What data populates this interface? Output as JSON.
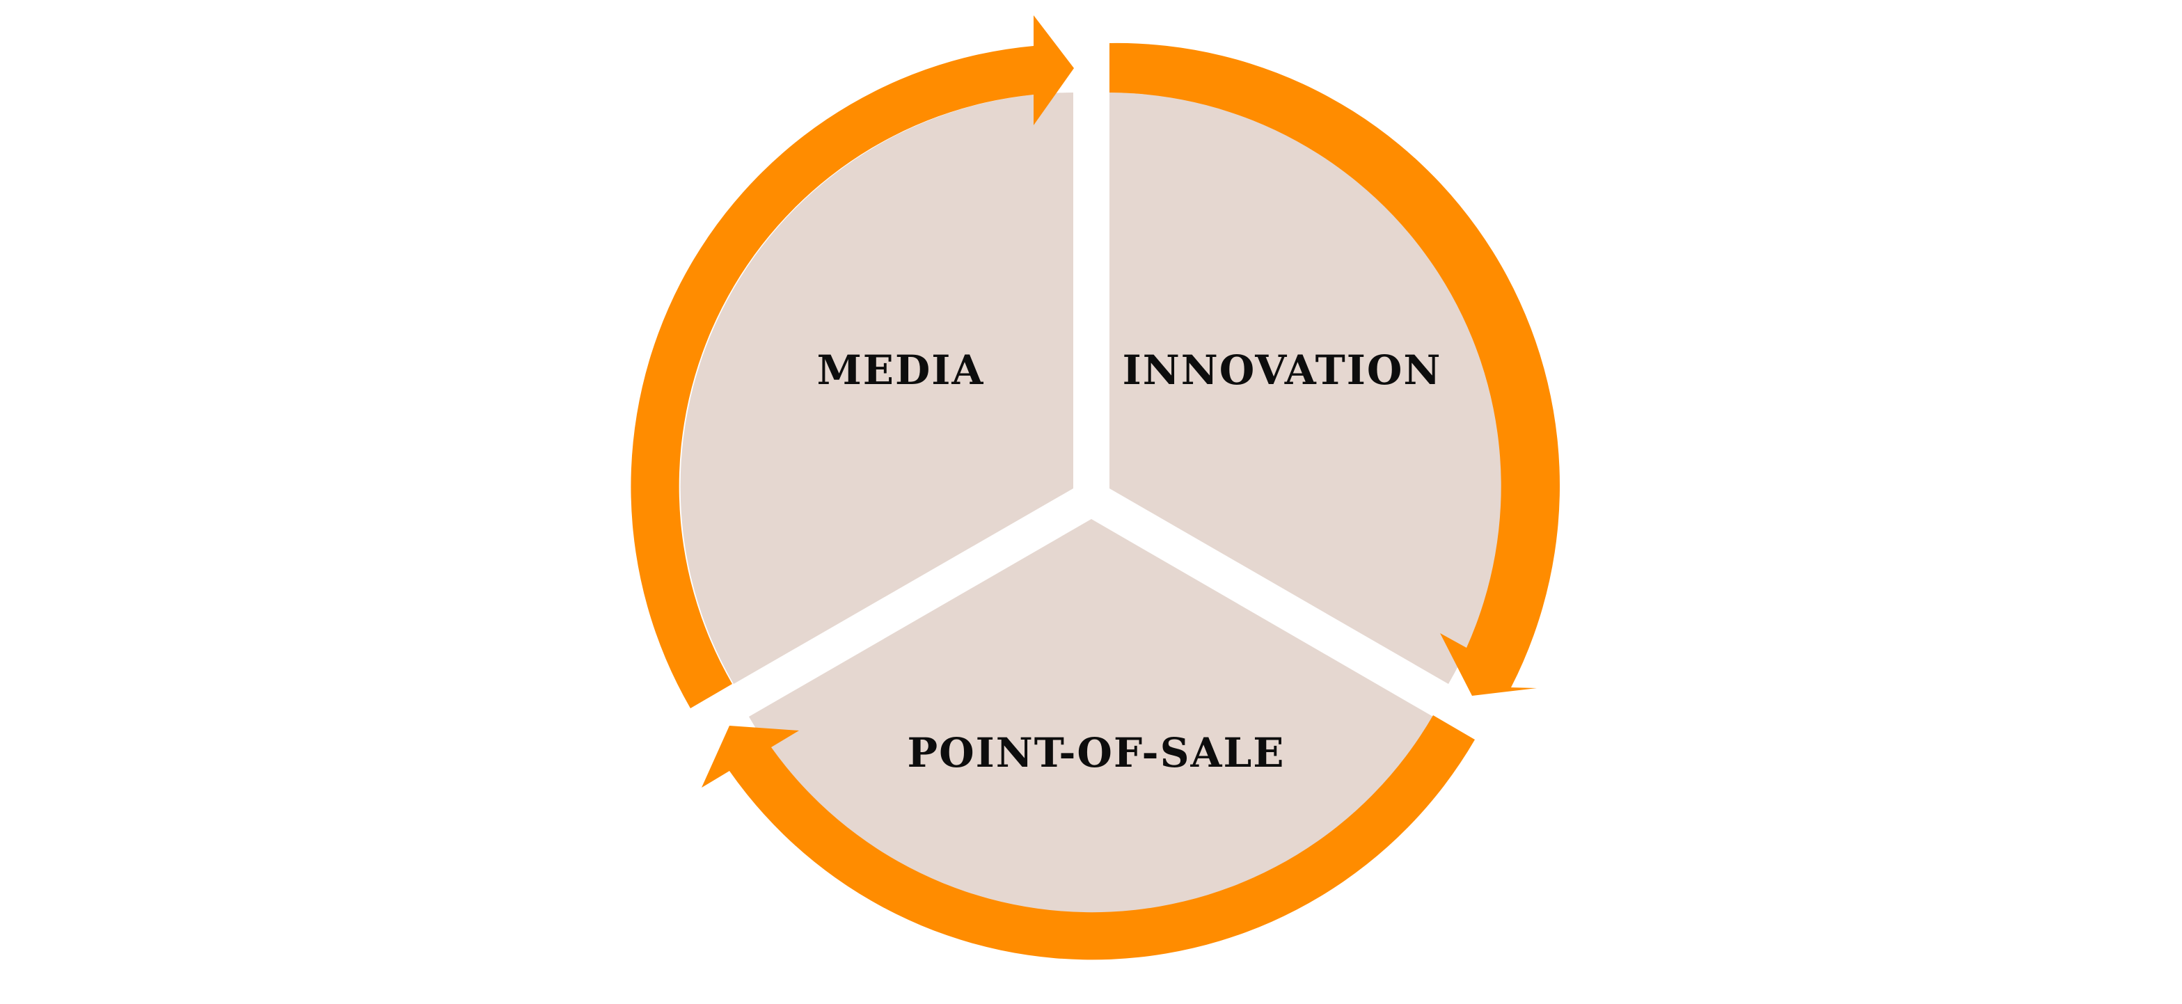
{
  "diagram": {
    "segments": [
      {
        "id": "media",
        "label": "MEDIA"
      },
      {
        "id": "innovation",
        "label": "INNOVATION"
      },
      {
        "id": "point-of-sale",
        "label": "POINT-OF-SALE"
      }
    ],
    "colors": {
      "segment_fill": "#E5D7D0",
      "arrow": "#FF8C00",
      "background": "#FFFFFF",
      "label_text": "#0D0D0D"
    }
  }
}
